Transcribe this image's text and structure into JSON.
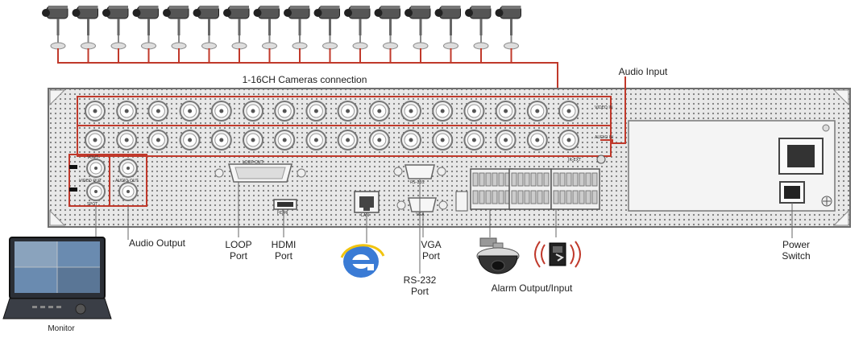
{
  "labels": {
    "cameras": "1-16CH Cameras connection",
    "audio_input": "Audio Input",
    "audio_output": "Audio Output",
    "loop_port": "LOOP\nPort",
    "hdmi_port": "HDMI\nPort",
    "rs232_port": "RS-232\nPort",
    "vga_port": "VGA\nPort",
    "alarm": "Alarm Output/Input",
    "power_switch": "Power\nSwitch",
    "monitor": "Monitor"
  },
  "panel_text": {
    "video_in": "VIDEO IN",
    "audio_in": "AUDIO IN",
    "loop_out": "LOOP  OUT",
    "ir_ext": "IR-EXT",
    "lan": "LAN",
    "hdmi": "HDMI",
    "vga": "VGA",
    "rs232": "RS-232",
    "video_out": "VIDEO OUT",
    "audio_out": "AUDIO OUT",
    "vout": "VOUT",
    "spot": "SPOT"
  },
  "colors": {
    "wire": "#c0392b",
    "panel": "#e6e6e6",
    "panel_border": "#6e6e6e",
    "bnc": "#8a8a8a"
  },
  "icons": {
    "camera": "cctv-camera-icon",
    "monitor": "monitor-icon",
    "browser": "internet-explorer-icon",
    "dome": "ptz-dome-camera-icon",
    "alarm": "alarm-sensor-icon"
  },
  "camera_count": 16
}
